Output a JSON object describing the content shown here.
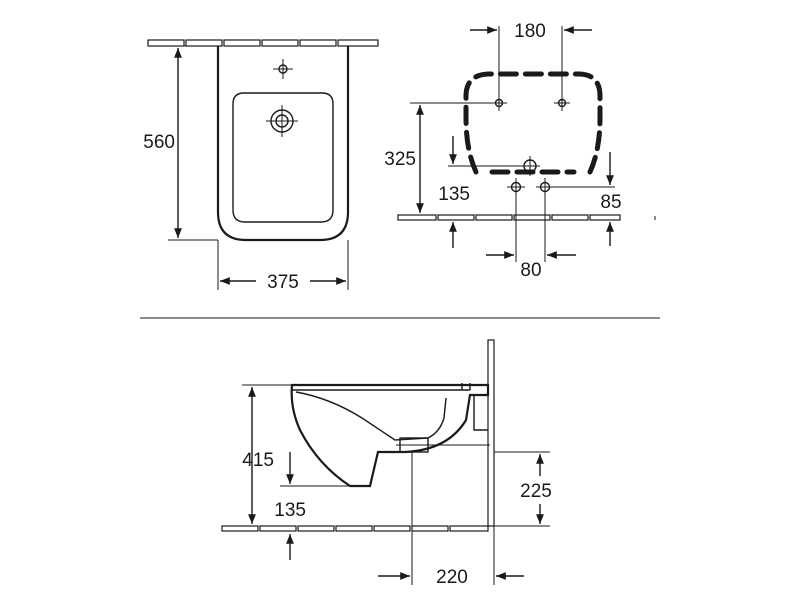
{
  "dimensions": {
    "front_height": "560",
    "front_width": "375",
    "top_fixing_spacing": "180",
    "top_fixing_height": "325",
    "top_inlet_height": "135",
    "top_side_offset": "85",
    "top_inlet_spacing": "80",
    "side_rim_height": "415",
    "side_inlet_height": "135",
    "side_outlet_height": "225",
    "side_outlet_projection": "220"
  },
  "colors": {
    "line": "#1a1a1a",
    "background": "#ffffff"
  }
}
